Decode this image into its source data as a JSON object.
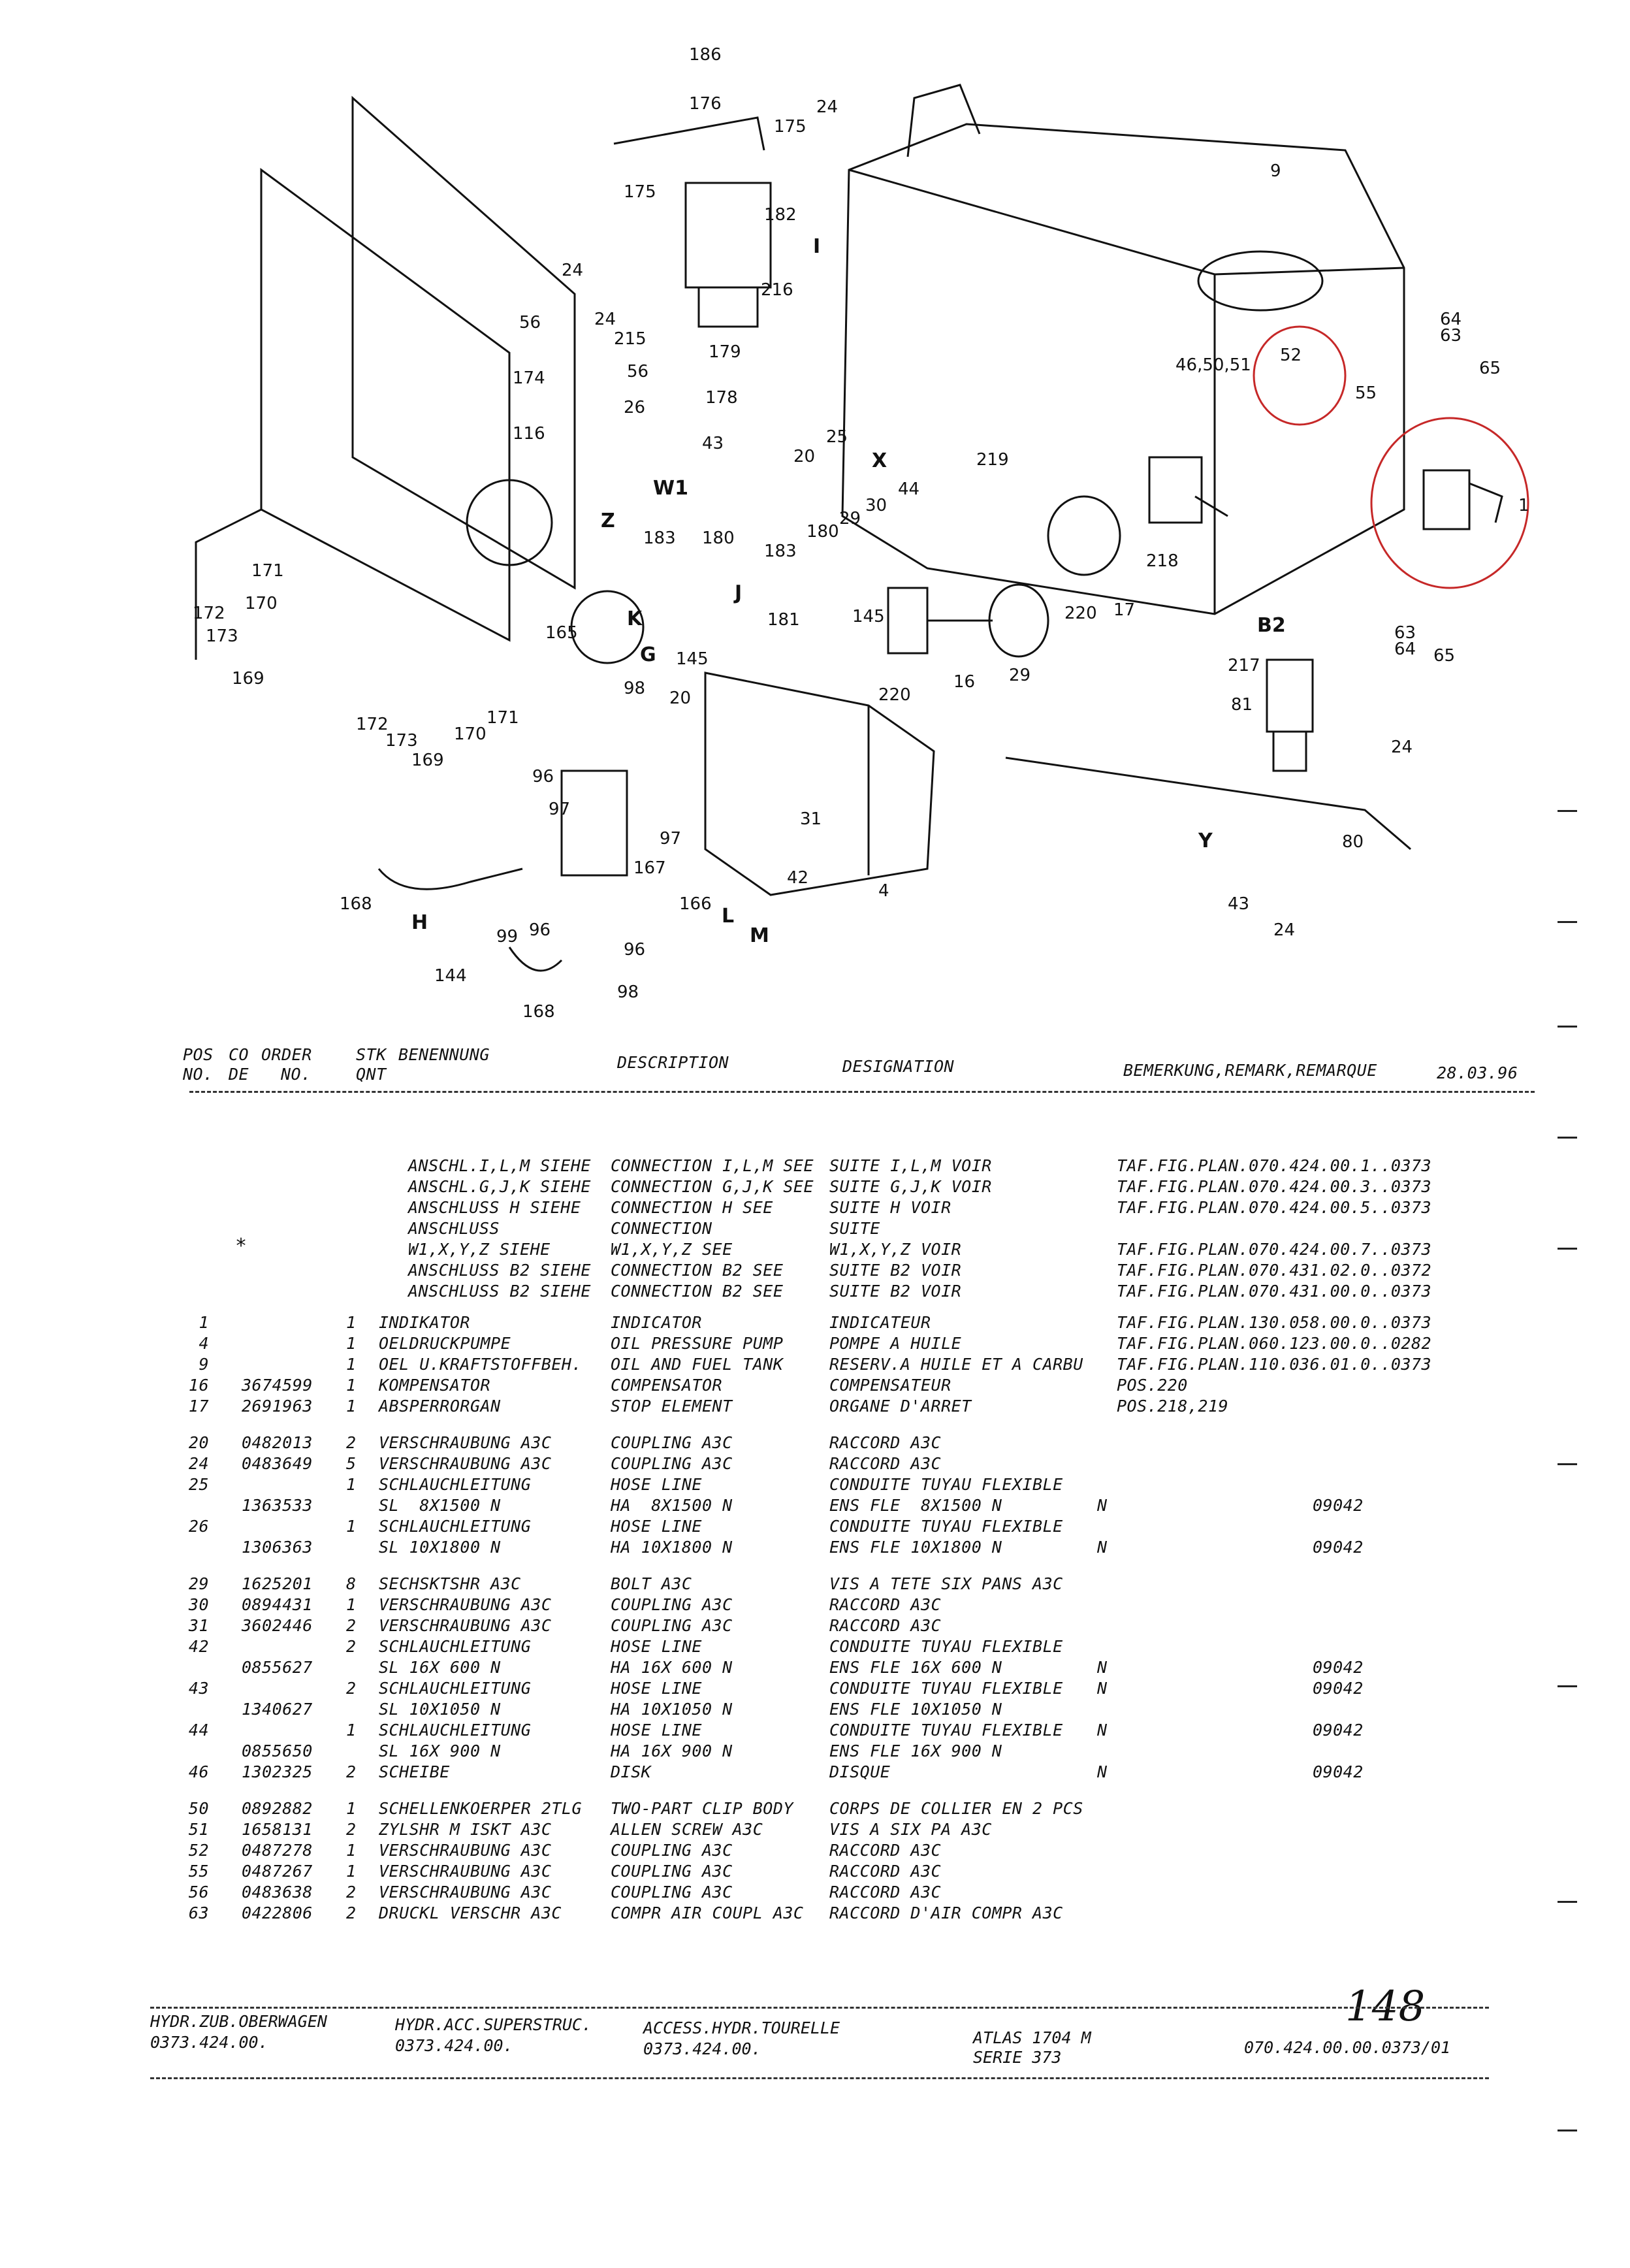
{
  "callouts": [
    "186",
    "176",
    "175",
    "24",
    "182",
    "I",
    "175",
    "24",
    "216",
    "9",
    "56",
    "24",
    "215",
    "179",
    "56",
    "178",
    "174",
    "26",
    "116",
    "43",
    "W1",
    "Z",
    "25",
    "X",
    "20",
    "44",
    "219",
    "46,50,51",
    "52",
    "55",
    "64",
    "63",
    "65",
    "1",
    "180",
    "29",
    "30",
    "183",
    "183",
    "180",
    "J",
    "145",
    "218",
    "171",
    "170",
    "172",
    "173",
    "169",
    "165",
    "K",
    "G",
    "145",
    "181",
    "20",
    "98",
    "17",
    "220",
    "B2",
    "16",
    "29",
    "220",
    "217",
    "81",
    "172",
    "173",
    "169",
    "170",
    "171",
    "96",
    "97",
    "31",
    "97",
    "167",
    "42",
    "166",
    "L",
    "M",
    "4",
    "24",
    "80",
    "Y",
    "43",
    "24",
    "63",
    "64",
    "65",
    "168",
    "H",
    "99",
    "96",
    "96",
    "144",
    "168",
    "98"
  ],
  "table": {
    "headers": {
      "pos": "POS",
      "pos2": "NO.",
      "co": "CO",
      "co2": "DE",
      "order": "ORDER",
      "order2": "NO.",
      "stk": "STK",
      "stk2": "QNT",
      "benennung": "BENENNUNG",
      "description": "DESCRIPTION",
      "designation": "DESIGNATION",
      "remark": "BEMERKUNG,REMARK,REMARQUE",
      "date": "28.03.96"
    },
    "refs": [
      {
        "de": "ANSCHL.I,L,M SIEHE",
        "en": "CONNECTION I,L,M SEE",
        "fr": "SUITE I,L,M VOIR",
        "rem": "TAF.FIG.PLAN.070.424.00.1..0373"
      },
      {
        "de": "ANSCHL.G,J,K SIEHE",
        "en": "CONNECTION G,J,K SEE",
        "fr": "SUITE G,J,K VOIR",
        "rem": "TAF.FIG.PLAN.070.424.00.3..0373"
      },
      {
        "de": "ANSCHLUSS H SIEHE",
        "en": "CONNECTION H SEE",
        "fr": "SUITE H VOIR",
        "rem": "TAF.FIG.PLAN.070.424.00.5..0373"
      },
      {
        "de": "ANSCHLUSS",
        "en": "CONNECTION",
        "fr": "SUITE",
        "rem": ""
      },
      {
        "de": "W1,X,Y,Z SIEHE",
        "en": "W1,X,Y,Z SEE",
        "fr": "W1,X,Y,Z VOIR",
        "rem": "TAF.FIG.PLAN.070.424.00.7..0373"
      },
      {
        "de": "ANSCHLUSS B2 SIEHE",
        "en": "CONNECTION B2 SEE",
        "fr": "SUITE B2 VOIR",
        "rem": "TAF.FIG.PLAN.070.431.02.0..0372"
      },
      {
        "de": "ANSCHLUSS B2 SIEHE",
        "en": "CONNECTION B2 SEE",
        "fr": "SUITE B2 VOIR",
        "rem": "TAF.FIG.PLAN.070.431.00.0..0373"
      }
    ],
    "star": "*",
    "rows": [
      {
        "pos": "1",
        "order": "",
        "qty": "1",
        "de": "INDIKATOR",
        "en": "INDICATOR",
        "fr": "INDICATEUR",
        "n": "",
        "rem": "TAF.FIG.PLAN.130.058.00.0..0373",
        "code": ""
      },
      {
        "pos": "4",
        "order": "",
        "qty": "1",
        "de": "OELDRUCKPUMPE",
        "en": "OIL PRESSURE PUMP",
        "fr": "POMPE A HUILE",
        "n": "",
        "rem": "TAF.FIG.PLAN.060.123.00.0..0282",
        "code": ""
      },
      {
        "pos": "9",
        "order": "",
        "qty": "1",
        "de": "OEL U.KRAFTSTOFFBEH.",
        "en": "OIL AND FUEL TANK",
        "fr": "RESERV.A HUILE ET A CARBU",
        "n": "",
        "rem": "TAF.FIG.PLAN.110.036.01.0..0373",
        "code": ""
      },
      {
        "pos": "16",
        "order": "3674599",
        "qty": "1",
        "de": "KOMPENSATOR",
        "en": "COMPENSATOR",
        "fr": "COMPENSATEUR",
        "n": "",
        "rem": "POS.220",
        "code": ""
      },
      {
        "pos": "17",
        "order": "2691963",
        "qty": "1",
        "de": "ABSPERRORGAN",
        "en": "STOP ELEMENT",
        "fr": "ORGANE D'ARRET",
        "n": "",
        "rem": "POS.218,219",
        "code": ""
      },
      {
        "pos": "20",
        "order": "0482013",
        "qty": "2",
        "de": "VERSCHRAUBUNG A3C",
        "en": "COUPLING A3C",
        "fr": "RACCORD A3C",
        "n": "",
        "rem": "",
        "code": ""
      },
      {
        "pos": "24",
        "order": "0483649",
        "qty": "5",
        "de": "VERSCHRAUBUNG A3C",
        "en": "COUPLING A3C",
        "fr": "RACCORD A3C",
        "n": "",
        "rem": "",
        "code": ""
      },
      {
        "pos": "25",
        "order": "",
        "qty": "1",
        "de": "SCHLAUCHLEITUNG",
        "en": "HOSE LINE",
        "fr": "CONDUITE TUYAU FLEXIBLE",
        "n": "",
        "rem": "",
        "code": ""
      },
      {
        "pos": "",
        "order": "1363533",
        "qty": "",
        "de": "SL  8X1500 N",
        "en": "HA  8X1500 N",
        "fr": "ENS FLE  8X1500 N",
        "n": "N",
        "rem": "",
        "code": "09042"
      },
      {
        "pos": "26",
        "order": "",
        "qty": "1",
        "de": "SCHLAUCHLEITUNG",
        "en": "HOSE LINE",
        "fr": "CONDUITE TUYAU FLEXIBLE",
        "n": "",
        "rem": "",
        "code": ""
      },
      {
        "pos": "",
        "order": "1306363",
        "qty": "",
        "de": "SL 10X1800 N",
        "en": "HA 10X1800 N",
        "fr": "ENS FLE 10X1800 N",
        "n": "N",
        "rem": "",
        "code": "09042"
      },
      {
        "pos": "29",
        "order": "1625201",
        "qty": "8",
        "de": "SECHSKTSHR A3C",
        "en": "BOLT A3C",
        "fr": "VIS A TETE SIX PANS A3C",
        "n": "",
        "rem": "",
        "code": ""
      },
      {
        "pos": "30",
        "order": "0894431",
        "qty": "1",
        "de": "VERSCHRAUBUNG A3C",
        "en": "COUPLING A3C",
        "fr": "RACCORD A3C",
        "n": "",
        "rem": "",
        "code": ""
      },
      {
        "pos": "31",
        "order": "3602446",
        "qty": "2",
        "de": "VERSCHRAUBUNG A3C",
        "en": "COUPLING A3C",
        "fr": "RACCORD A3C",
        "n": "",
        "rem": "",
        "code": ""
      },
      {
        "pos": "42",
        "order": "",
        "qty": "2",
        "de": "SCHLAUCHLEITUNG",
        "en": "HOSE LINE",
        "fr": "CONDUITE TUYAU FLEXIBLE",
        "n": "",
        "rem": "",
        "code": ""
      },
      {
        "pos": "",
        "order": "0855627",
        "qty": "",
        "de": "SL 16X 600 N",
        "en": "HA 16X 600 N",
        "fr": "ENS FLE 16X 600 N",
        "n": "N",
        "rem": "",
        "code": "09042"
      },
      {
        "pos": "43",
        "order": "",
        "qty": "2",
        "de": "SCHLAUCHLEITUNG",
        "en": "HOSE LINE",
        "fr": "CONDUITE TUYAU FLEXIBLE",
        "n": "N",
        "rem": "",
        "code": "09042"
      },
      {
        "pos": "",
        "order": "1340627",
        "qty": "",
        "de": "SL 10X1050 N",
        "en": "HA 10X1050 N",
        "fr": "ENS FLE 10X1050 N",
        "n": "",
        "rem": "",
        "code": ""
      },
      {
        "pos": "44",
        "order": "",
        "qty": "1",
        "de": "SCHLAUCHLEITUNG",
        "en": "HOSE LINE",
        "fr": "CONDUITE TUYAU FLEXIBLE",
        "n": "N",
        "rem": "",
        "code": "09042"
      },
      {
        "pos": "",
        "order": "0855650",
        "qty": "",
        "de": "SL 16X 900 N",
        "en": "HA 16X 900 N",
        "fr": "ENS FLE 16X 900 N",
        "n": "",
        "rem": "",
        "code": ""
      },
      {
        "pos": "46",
        "order": "1302325",
        "qty": "2",
        "de": "SCHEIBE",
        "en": "DISK",
        "fr": "DISQUE",
        "n": "N",
        "rem": "",
        "code": "09042"
      },
      {
        "pos": "50",
        "order": "0892882",
        "qty": "1",
        "de": "SCHELLENKOERPER 2TLG",
        "en": "TWO-PART CLIP BODY",
        "fr": "CORPS DE COLLIER EN 2 PCS",
        "n": "",
        "rem": "",
        "code": ""
      },
      {
        "pos": "51",
        "order": "1658131",
        "qty": "2",
        "de": "ZYLSHR M ISKT A3C",
        "en": "ALLEN SCREW A3C",
        "fr": "VIS A SIX PA A3C",
        "n": "",
        "rem": "",
        "code": ""
      },
      {
        "pos": "52",
        "order": "0487278",
        "qty": "1",
        "de": "VERSCHRAUBUNG A3C",
        "en": "COUPLING A3C",
        "fr": "RACCORD A3C",
        "n": "",
        "rem": "",
        "code": ""
      },
      {
        "pos": "55",
        "order": "0487267",
        "qty": "1",
        "de": "VERSCHRAUBUNG A3C",
        "en": "COUPLING A3C",
        "fr": "RACCORD A3C",
        "n": "",
        "rem": "",
        "code": ""
      },
      {
        "pos": "56",
        "order": "0483638",
        "qty": "2",
        "de": "VERSCHRAUBUNG A3C",
        "en": "COUPLING A3C",
        "fr": "RACCORD A3C",
        "n": "",
        "rem": "",
        "code": ""
      },
      {
        "pos": "63",
        "order": "0422806",
        "qty": "2",
        "de": "DRUCKL VERSCHR A3C",
        "en": "COMPR AIR COUPL A3C",
        "fr": "RACCORD D'AIR COMPR A3C",
        "n": "",
        "rem": "",
        "code": ""
      }
    ]
  },
  "footer": {
    "de_title": "HYDR.ZUB.OBERWAGEN",
    "de_no": "0373.424.00.",
    "en_title": "HYDR.ACC.SUPERSTRUC.",
    "en_no": "0373.424.00.",
    "fr_title": "ACCESS.HYDR.TOURELLE",
    "fr_no": "0373.424.00.",
    "model": "ATLAS 1704 M",
    "series": "SERIE 373",
    "plan_no": "070.424.00.00.0373/01",
    "page_handwritten": "148"
  }
}
